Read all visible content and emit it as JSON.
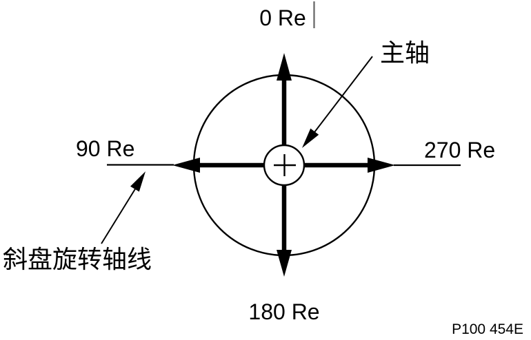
{
  "diagram": {
    "title_context": "Swashplate angular position diagram",
    "labels": {
      "top": "0 Re",
      "left": "90 Re",
      "right": "270 Re",
      "bottom": "180 Re",
      "hub_callout": "主轴",
      "axis_callout": "斜盘旋转轴线",
      "figure_code": "P100 454E"
    },
    "colors": {
      "line": "#000000",
      "background": "#ffffff",
      "cursor_bar": "#6f6f6f"
    },
    "geometry_notes": {
      "center": "412,240",
      "outer_circle_radius": 131,
      "hub_circle_radius": 29
    }
  }
}
